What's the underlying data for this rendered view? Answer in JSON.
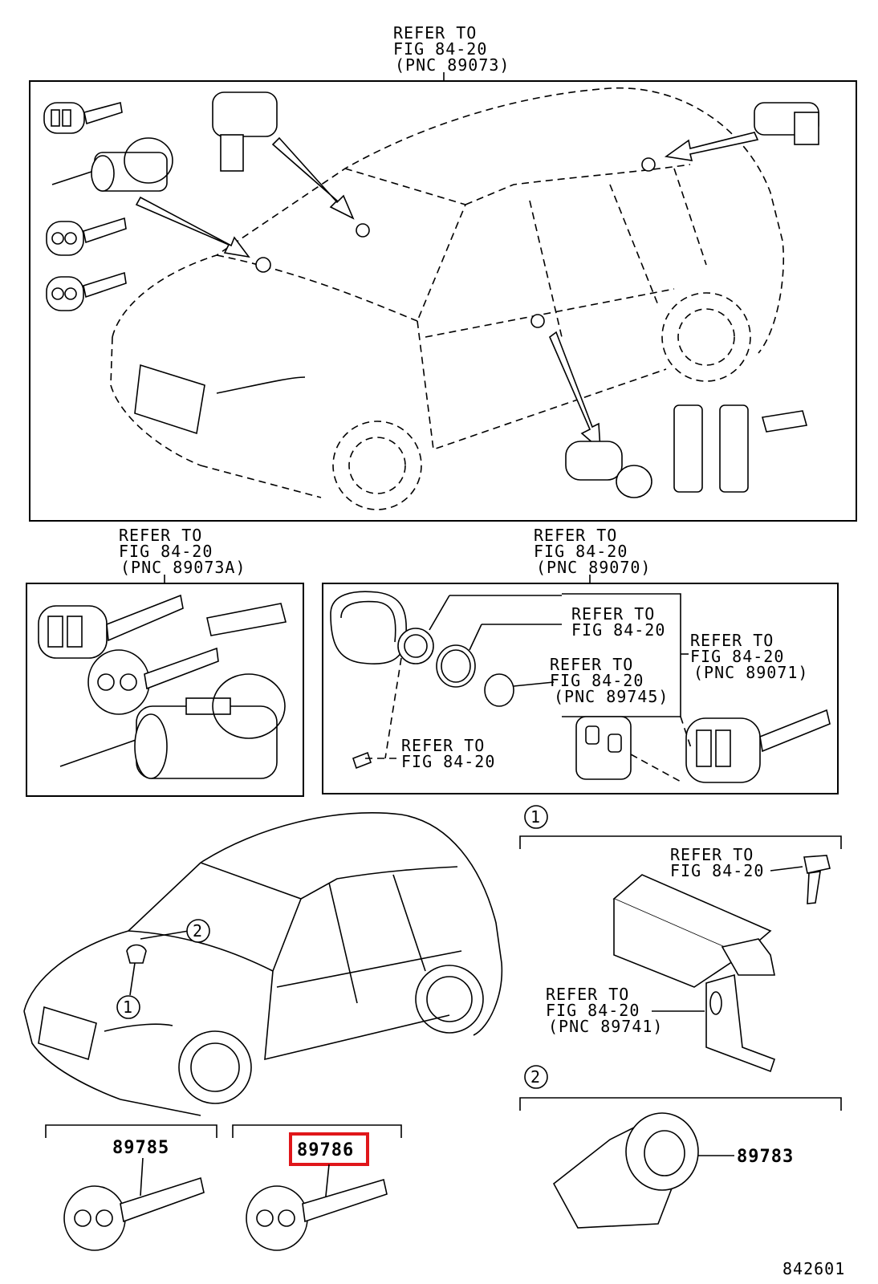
{
  "refer_to": "REFER TO",
  "fig": "FIG 84-20",
  "pnc": {
    "p89073": "(PNC 89073)",
    "p89073a": "(PNC 89073A)",
    "p89070": "(PNC 89070)",
    "p89071": "(PNC 89071)",
    "p89745": "(PNC 89745)",
    "p89741": "(PNC 89741)"
  },
  "callouts": {
    "one": "1",
    "two": "2"
  },
  "part_numbers": {
    "p89785": "89785",
    "p89786": "89786",
    "p89783": "89783"
  },
  "highlight_color": "#e0161a",
  "diagram_id": "842601"
}
